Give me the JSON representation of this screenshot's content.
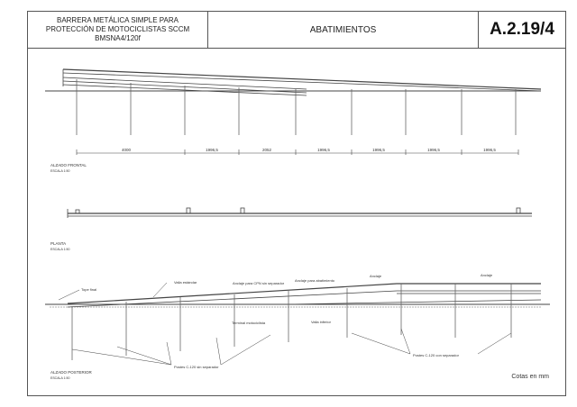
{
  "header": {
    "title_lines": [
      "BARRERA METÁLICA SIMPLE PARA",
      "PROTECCIÓN DE MOTOCICLISTAS SCCM",
      "BMSNA4/120f"
    ],
    "sheet_title": "ABATIMIENTOS",
    "sheet_code": "A.2.19/4"
  },
  "front_elevation": {
    "label": "ALZADO FRONTAL",
    "scale": "ESCALA 1:50",
    "dimensions": [
      "4000",
      "1996,5",
      "2052",
      "1996,5",
      "1996,5",
      "1996,5",
      "1996,5"
    ]
  },
  "plan": {
    "label": "PLANTA",
    "scale": "ESCALA 1:50"
  },
  "rear_elevation": {
    "label": "ALZADO POSTERIOR",
    "scale": "ESCALA 1:50",
    "callouts": {
      "tope_final": "Tope final",
      "valla_estandar": "Valla estándar",
      "anclaje_cpn": "Anclaje para CPN sin separador",
      "anclaje_abatimiento": "Anclaje para abatimiento",
      "anclaje_1": "Anclaje",
      "anclaje_2": "Anclaje",
      "terminal": "Terminal motociclista",
      "valla_inferior": "Valla inferior",
      "postes_sin": "Postes C-120 sin separador",
      "postes_con": "Postes C-120 con separador"
    }
  },
  "footer": {
    "units_note": "Cotas en mm"
  }
}
